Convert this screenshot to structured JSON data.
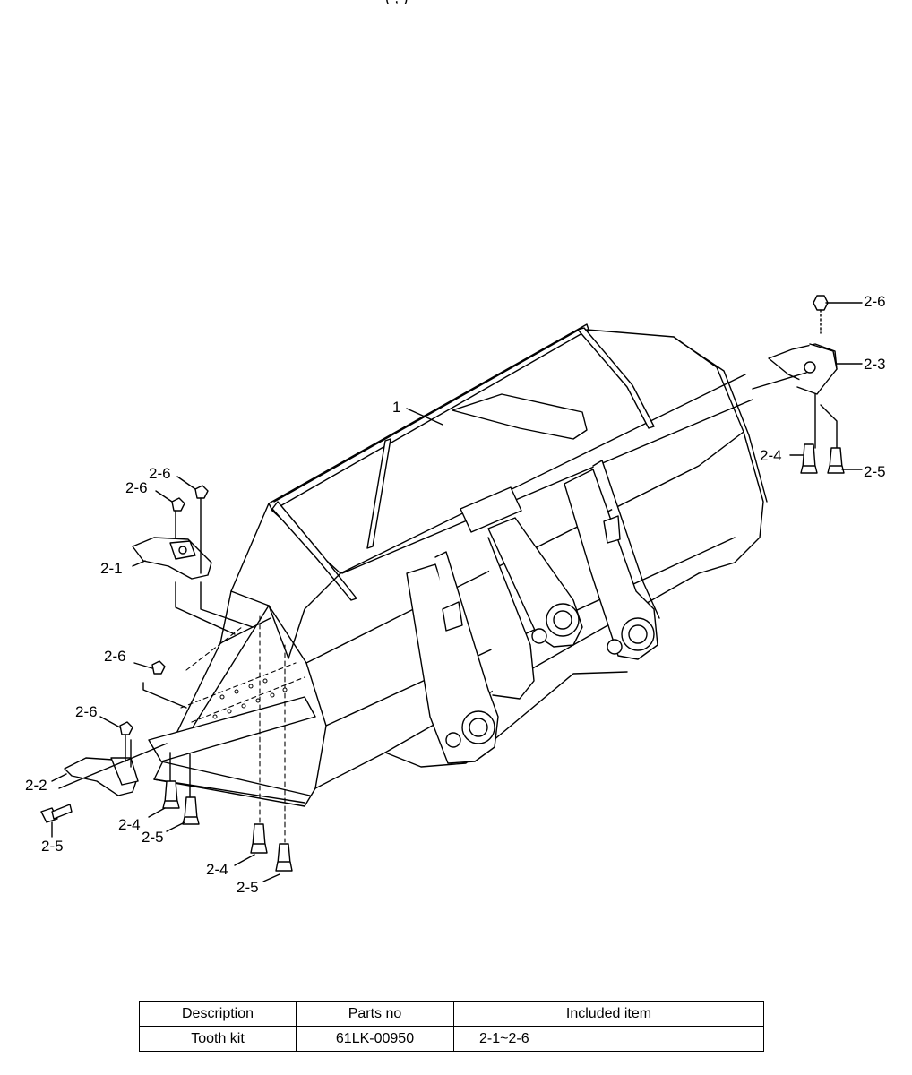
{
  "header_fragment": "(     ,           )",
  "callouts": {
    "bucket": "1",
    "tooth_left_upper": "2-1",
    "tooth_left_lower": "2-2",
    "tooth_right": "2-3",
    "bolt_a": "2-4",
    "bolt_b": "2-5",
    "nut": "2-6"
  },
  "table": {
    "headers": [
      "Description",
      "Parts no",
      "Included item"
    ],
    "rows": [
      [
        "Tooth kit",
        "61LK-00950",
        "2-1~2-6"
      ]
    ]
  }
}
